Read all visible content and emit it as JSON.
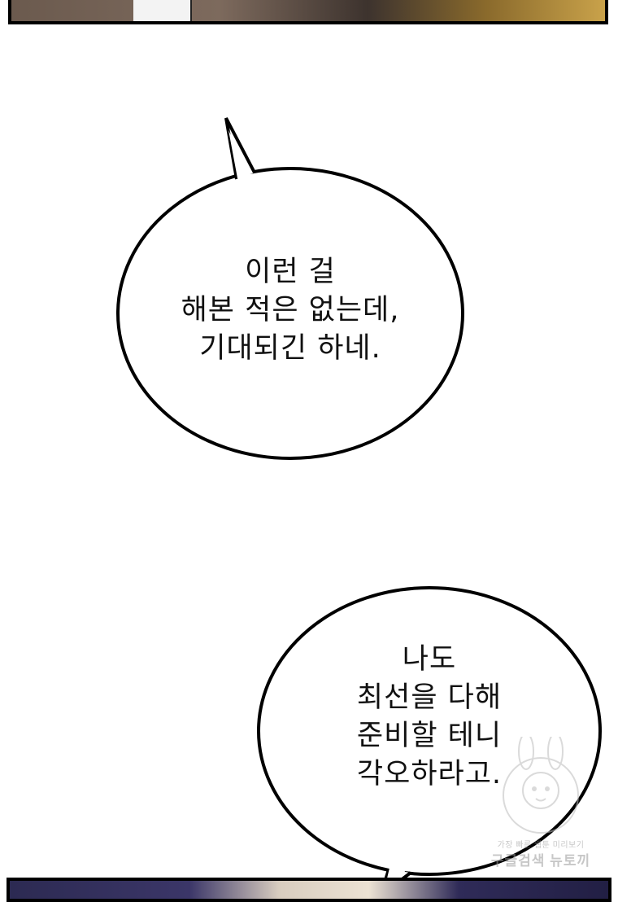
{
  "bubble1": {
    "lines": [
      "이런 걸",
      "해본 적은 없는데,",
      "기대되긴 하네."
    ]
  },
  "bubble2": {
    "lines": [
      "나도",
      "최선을 다해",
      "준비할 테니",
      "각오하라고."
    ]
  },
  "watermark": {
    "tagline": "가장 빠른 웹툰 미리보기",
    "brand": "구글검색 뉴토끼"
  },
  "colors": {
    "ink": "#000000",
    "paper": "#ffffff",
    "watermark": "#9a9a9a"
  }
}
